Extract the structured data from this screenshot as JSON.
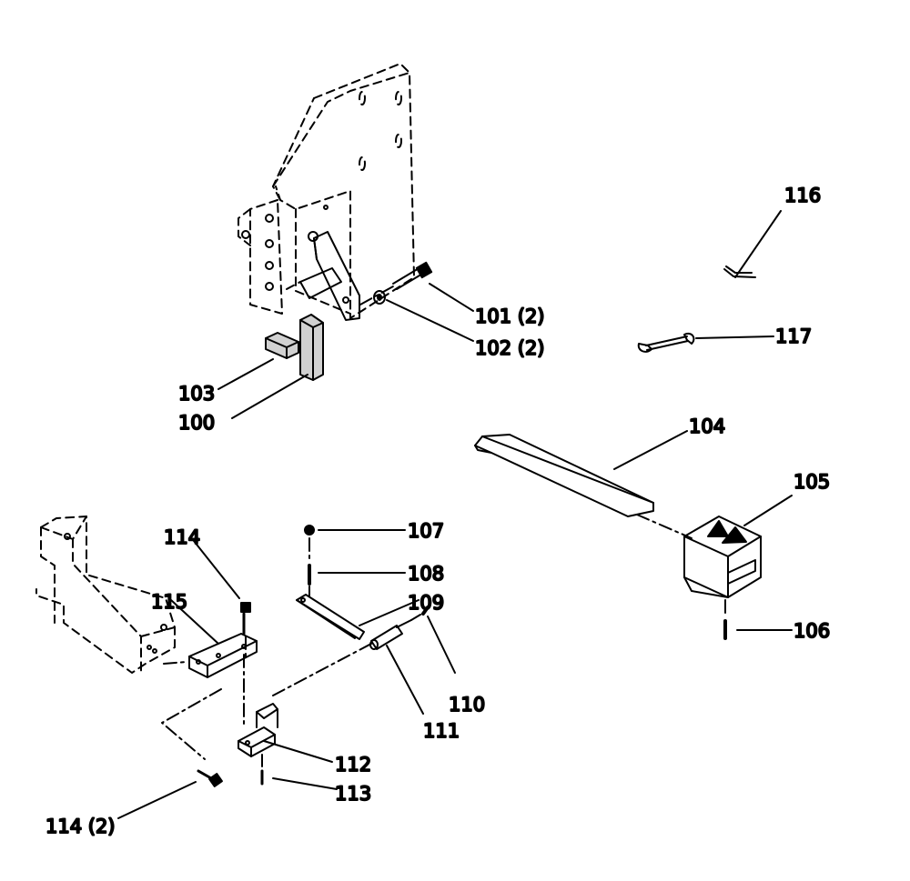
{
  "callouts": {
    "c100": "100",
    "c101": "101 (2)",
    "c102": "102 (2)",
    "c103": "103",
    "c104": "104",
    "c105": "105",
    "c106": "106",
    "c107": "107",
    "c108": "108",
    "c109": "109",
    "c110": "110",
    "c111": "111",
    "c112": "112",
    "c113": "113",
    "c114": "114",
    "c114b": "114 (2)",
    "c115": "115",
    "c116": "116",
    "c117": "117"
  },
  "colors": {
    "ink": "#000000",
    "paper": "#ffffff"
  }
}
